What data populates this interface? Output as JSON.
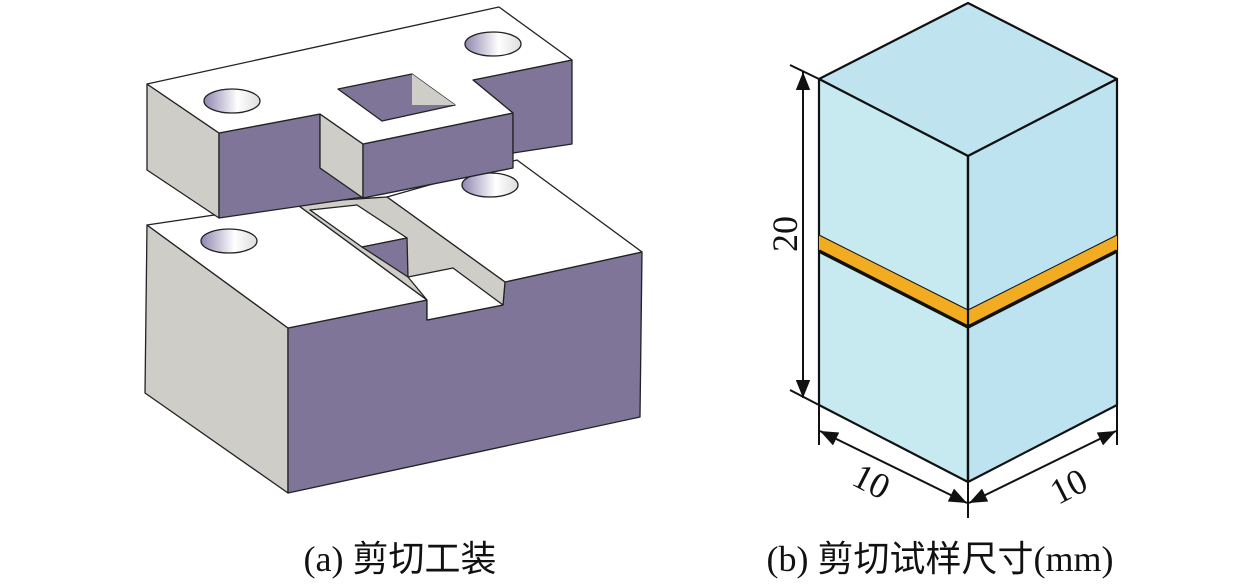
{
  "figure_a": {
    "caption": "(a) 剪切工装"
  },
  "figure_b": {
    "caption": "(b) 剪切试样尺寸(mm)",
    "dimensions": {
      "height": "20",
      "width_left": "10",
      "width_right": "10"
    }
  },
  "colors": {
    "fixture_dark": "#7e7598",
    "fixture_side": "#cfcdc8",
    "specimen": "#c2e6ef",
    "shear_band": "#f2ac22"
  }
}
